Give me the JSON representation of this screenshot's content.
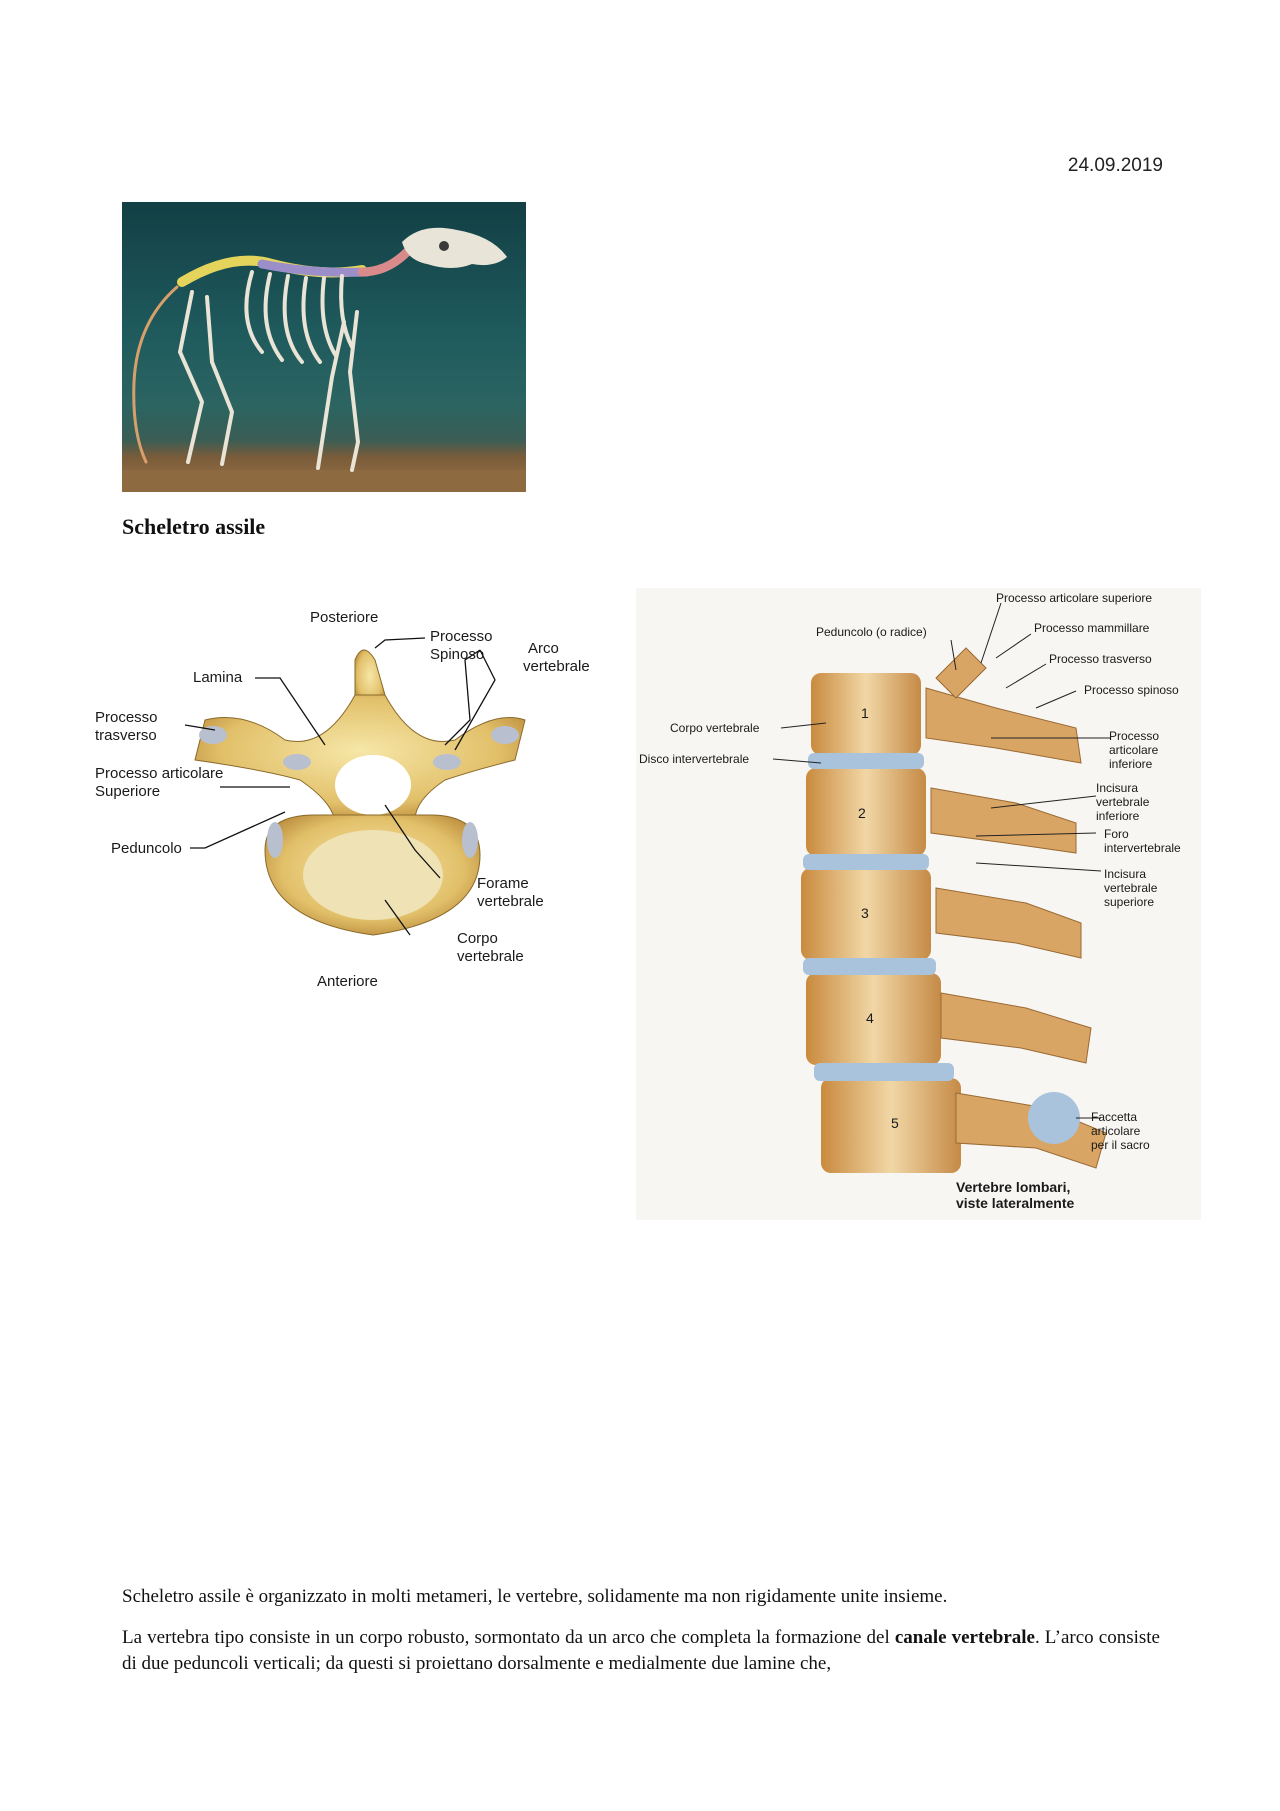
{
  "date": "24.09.2019",
  "heading": "Scheletro assile",
  "figure_vertebra": {
    "labels": {
      "posteriore": "Posteriore",
      "processo_spinoso_1": "Processo",
      "processo_spinoso_2": "Spinoso",
      "arco_1": "Arco",
      "arco_2": "vertebrale",
      "lamina": "Lamina",
      "processo_trasverso_1": "Processo",
      "processo_trasverso_2": "trasverso",
      "processo_articolare_1": "Processo articolare",
      "processo_articolare_2": "Superiore",
      "peduncolo": "Peduncolo",
      "forame_1": "Forame",
      "forame_2": "vertebrale",
      "corpo_1": "Corpo",
      "corpo_2": "vertebrale",
      "anteriore": "Anteriore"
    }
  },
  "figure_lumbar": {
    "labels": {
      "art_sup": "Processo articolare superiore",
      "peduncolo": "Peduncolo (o radice)",
      "mammillare": "Processo mammillare",
      "trasverso": "Processo trasverso",
      "spinoso": "Processo spinoso",
      "corpo": "Corpo vertebrale",
      "disco": "Disco intervertebrale",
      "art_inf_1": "Processo",
      "art_inf_2": "articolare",
      "art_inf_3": "inferiore",
      "inc_inf_1": "Incisura",
      "inc_inf_2": "vertebrale",
      "inc_inf_3": "inferiore",
      "foro_1": "Foro",
      "foro_2": "intervertebrale",
      "inc_sup_1": "Incisura",
      "inc_sup_2": "vertebrale",
      "inc_sup_3": "superiore",
      "facc_1": "Faccetta",
      "facc_2": "articolare",
      "facc_3": "per il sacro",
      "caption_1": "Vertebre lombari,",
      "caption_2": "viste lateralmente"
    },
    "numbers": [
      "1",
      "2",
      "3",
      "4",
      "5"
    ]
  },
  "paragraph1": "Scheletro assile è organizzato in molti metameri, le vertebre, solidamente ma non rigidamente unite insieme.",
  "paragraph2_before": "La vertebra tipo consiste in un corpo robusto, sormontato da un arco che completa la formazione del ",
  "paragraph2_bold": "canale vertebrale",
  "paragraph2_after": ". L’arco consiste di due peduncoli verticali; da questi si proiettano dorsalmente e medialmente due lamine che,"
}
